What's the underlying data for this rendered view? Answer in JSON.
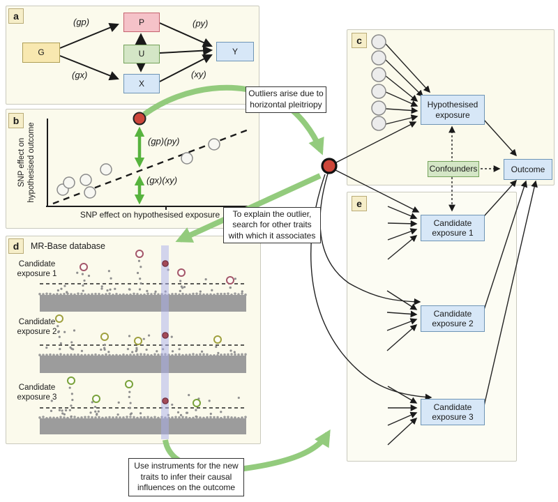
{
  "figure": {
    "panel_a": {
      "letter": "a",
      "node_g": "G",
      "node_p": "P",
      "node_u": "U",
      "node_x": "X",
      "node_y": "Y",
      "label_gp": "(gp)",
      "label_py": "(py)",
      "label_gx": "(gx)",
      "label_xy": "(xy)"
    },
    "panel_b": {
      "letter": "b",
      "y_axis_label": "SNP effect on hypothesised outcome",
      "x_axis_label": "SNP effect on hypothesised exposure",
      "gap_label_upper": "(gp)(py)",
      "gap_label_lower": "(gx)(xy)"
    },
    "panel_c": {
      "letter": "c",
      "exposure_box": "Hypothesised exposure",
      "confounders_box": "Confounders",
      "outcome_box": "Outcome"
    },
    "panel_d": {
      "letter": "d",
      "title": "MR-Base database",
      "track_labels": [
        "Candidate exposure 1",
        "Candidate exposure 2",
        "Candidate exposure 3"
      ]
    },
    "panel_e": {
      "letter": "e",
      "box_labels": [
        "Candidate exposure 1",
        "Candidate exposure 2",
        "Candidate exposure 3"
      ]
    },
    "callouts": {
      "outliers": "Outliers arise due to horizontal pleitriopy",
      "explain": "To explain the outlier, search for other traits with which it associates",
      "instruments": "Use instruments for the new traits to infer their causal influences on the outcome"
    },
    "colors": {
      "accent_green_band": "#93cb7d",
      "accent_green_arrow": "#57b33e",
      "outlier_red": "#cd463a",
      "panel_bg": "#fbfaec",
      "blue_box": "#d7e7f7",
      "green_box": "#d4e6c6",
      "pink_box": "#f5c2c8",
      "yellow_box": "#f8e8b0",
      "grey_band": "#9c9c9c",
      "highlight_band": "#aaadeb"
    }
  }
}
